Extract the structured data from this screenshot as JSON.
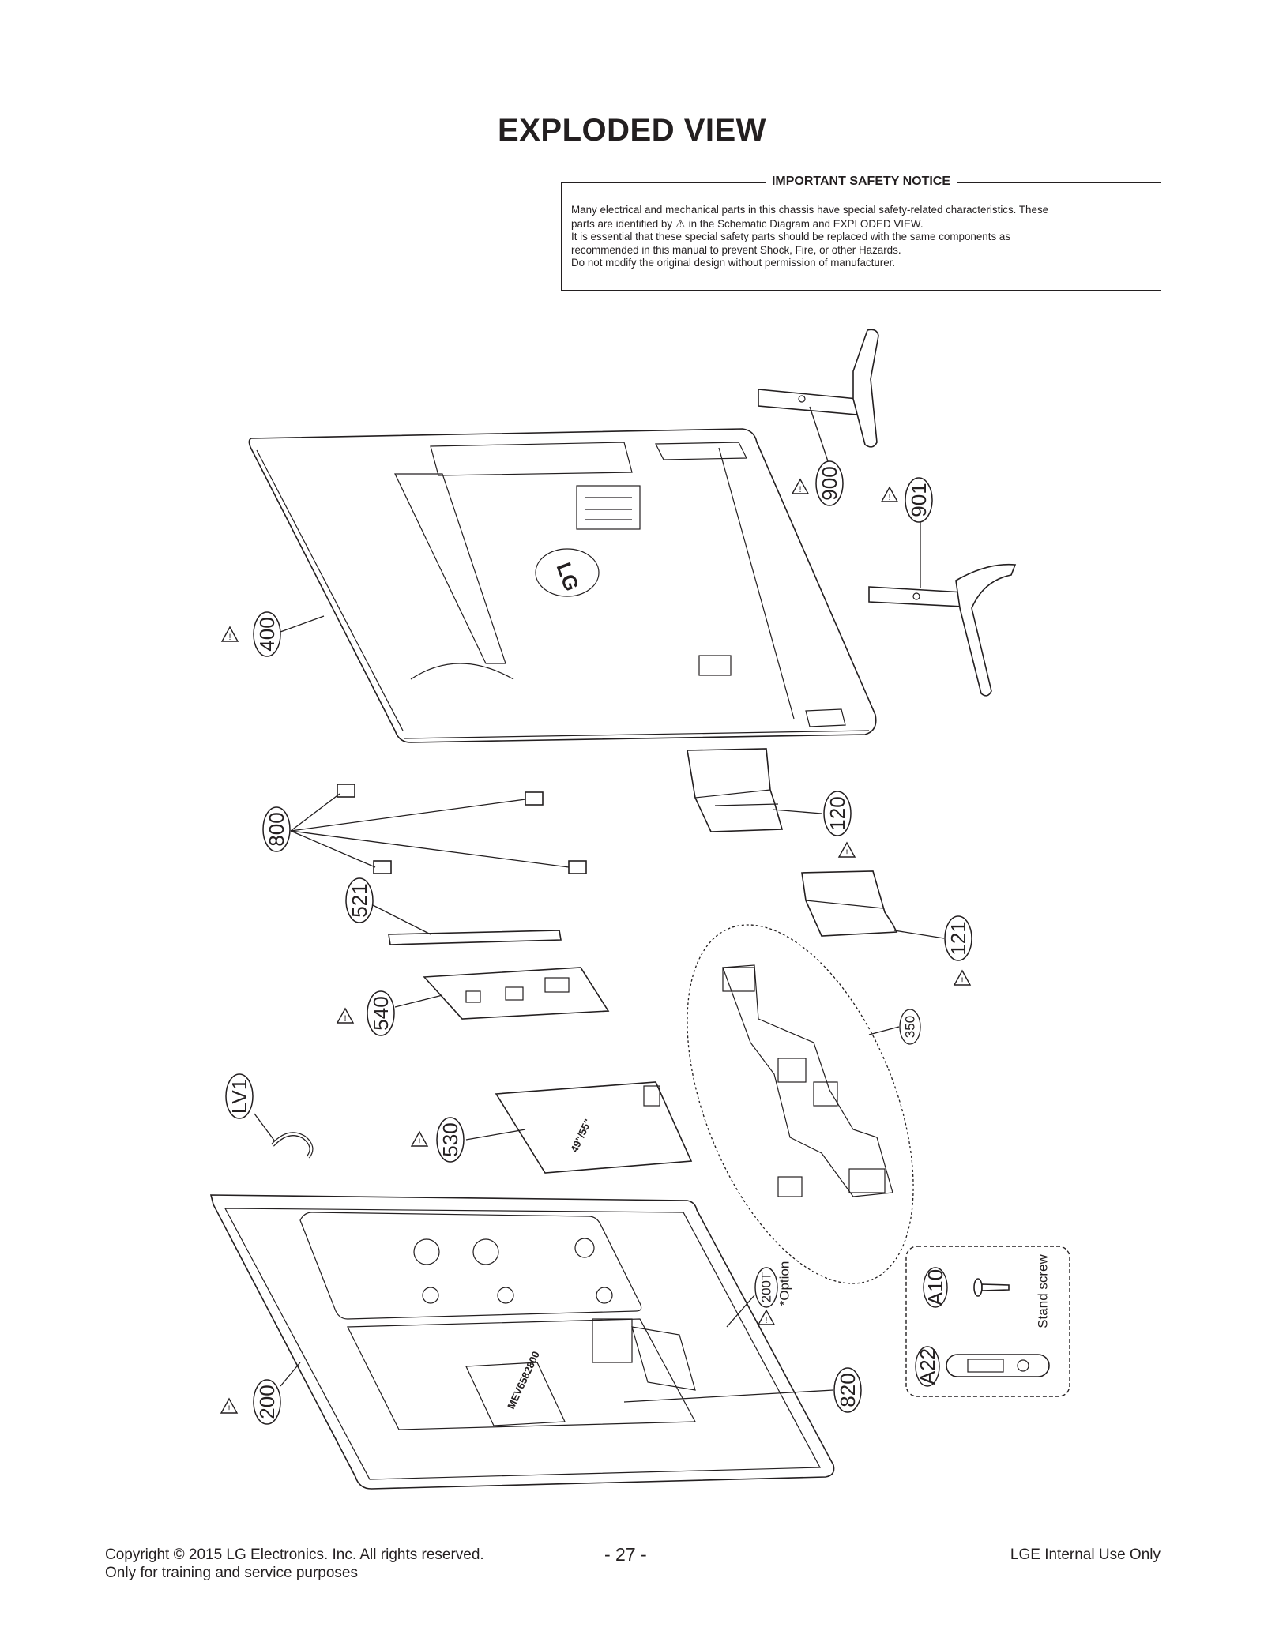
{
  "title": "EXPLODED VIEW",
  "notice": {
    "heading": "IMPORTANT SAFETY NOTICE",
    "line1": "Many electrical and mechanical parts in this chassis have special safety-related characteristics. These",
    "line2_a": "parts are identified by",
    "line2_b": "in the Schematic Diagram and EXPLODED VIEW.",
    "line3": "It is essential that these special safety parts should be replaced with the same components as",
    "line4": "recommended in this manual to prevent Shock, Fire, or other Hazards.",
    "line5": "Do not modify the original design without permission of manufacturer."
  },
  "parts": {
    "p900": "900",
    "p901": "901",
    "p400": "400",
    "p800": "800",
    "p120": "120",
    "p121": "121",
    "p521": "521",
    "p540": "540",
    "p350": "350",
    "pLV1": "LV1",
    "p530": "530",
    "p200T": "200T",
    "p200T_note": "*Option",
    "pA10": "A10",
    "pA22": "A22",
    "stand_screw": "Stand screw",
    "p820": "820",
    "p200": "200"
  },
  "footer": {
    "copyright": "Copyright  © 2015 LG Electronics. Inc. All rights reserved.",
    "training": "Only for training and service purposes",
    "page": "- 27 -",
    "internal": "LGE Internal Use Only"
  }
}
